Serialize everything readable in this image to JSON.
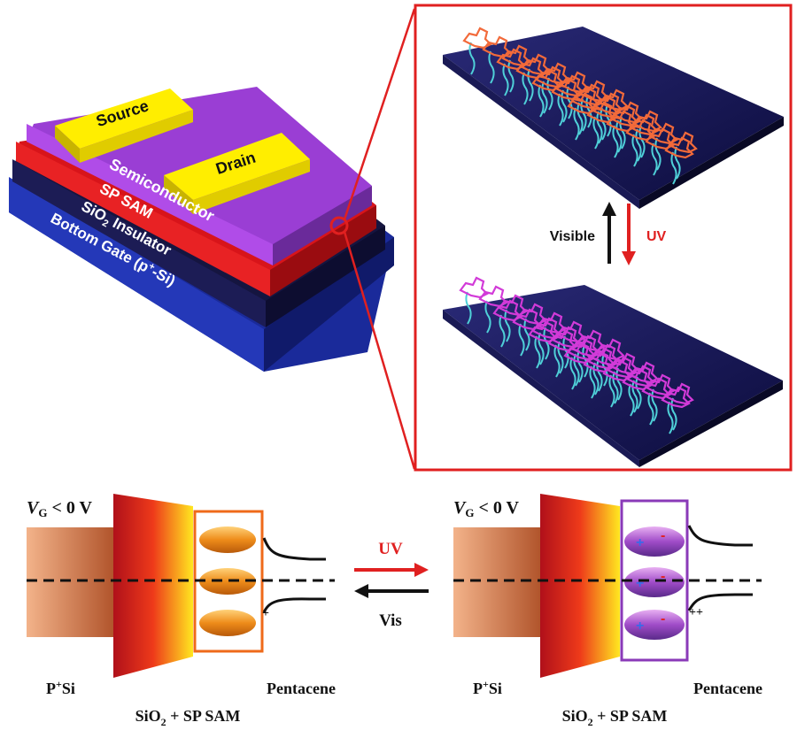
{
  "device": {
    "source_label": "Source",
    "drain_label": "Drain",
    "layer_semiconductor": "Semiconductor",
    "layer_sp_sam": "SP SAM",
    "layer_sio2_main": "SiO",
    "layer_sio2_sub": "2",
    "layer_sio2_rest": " Insulator",
    "layer_gate_main": "Bottom Gate (p",
    "layer_gate_sup": "+",
    "layer_gate_rest": "-Si)"
  },
  "inset": {
    "visible_label": "Visible",
    "uv_label": "UV",
    "accent_color": "#e02020"
  },
  "band_left": {
    "vg_main": "V",
    "vg_sub": "G",
    "vg_rest": " < 0 V",
    "psi_main": "P",
    "psi_sup": "+",
    "psi_rest": "Si",
    "pentacene_label": "Pentacene",
    "sio2_main": "SiO",
    "sio2_sub": "2",
    "sio2_rest": " + SP SAM",
    "plus_mark": "+"
  },
  "band_right": {
    "vg_main": "V",
    "vg_sub": "G",
    "vg_rest": " < 0 V",
    "psi_main": "P",
    "psi_sup": "+",
    "psi_rest": "Si",
    "pentacene_label": "Pentacene",
    "sio2_main": "SiO",
    "sio2_sub": "2",
    "sio2_rest": " + SP SAM",
    "plus_mark": "++"
  },
  "switch": {
    "uv_label": "UV",
    "vis_label": "Vis"
  }
}
